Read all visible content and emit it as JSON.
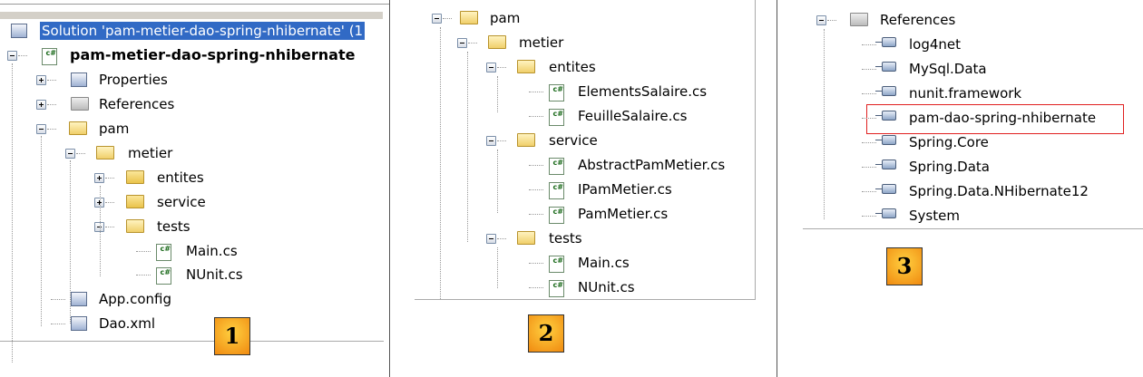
{
  "panel1": {
    "solution": "Solution 'pam-metier-dao-spring-nhibernate' (1",
    "project": "pam-metier-dao-spring-nhibernate",
    "items": [
      "Properties",
      "References",
      "pam",
      "metier",
      "entites",
      "service",
      "tests",
      "Main.cs",
      "NUnit.cs",
      "App.config",
      "Dao.xml"
    ],
    "badge": "1"
  },
  "panel2": {
    "items": [
      "pam",
      "metier",
      "entites",
      "ElementsSalaire.cs",
      "FeuilleSalaire.cs",
      "service",
      "AbstractPamMetier.cs",
      "IPamMetier.cs",
      "PamMetier.cs",
      "tests",
      "Main.cs",
      "NUnit.cs"
    ],
    "badge": "2"
  },
  "panel3": {
    "items": [
      "References",
      "log4net",
      "MySql.Data",
      "nunit.framework",
      "pam-dao-spring-nhibernate",
      "Spring.Core",
      "Spring.Data",
      "Spring.Data.NHibernate12",
      "System"
    ],
    "badge": "3"
  }
}
